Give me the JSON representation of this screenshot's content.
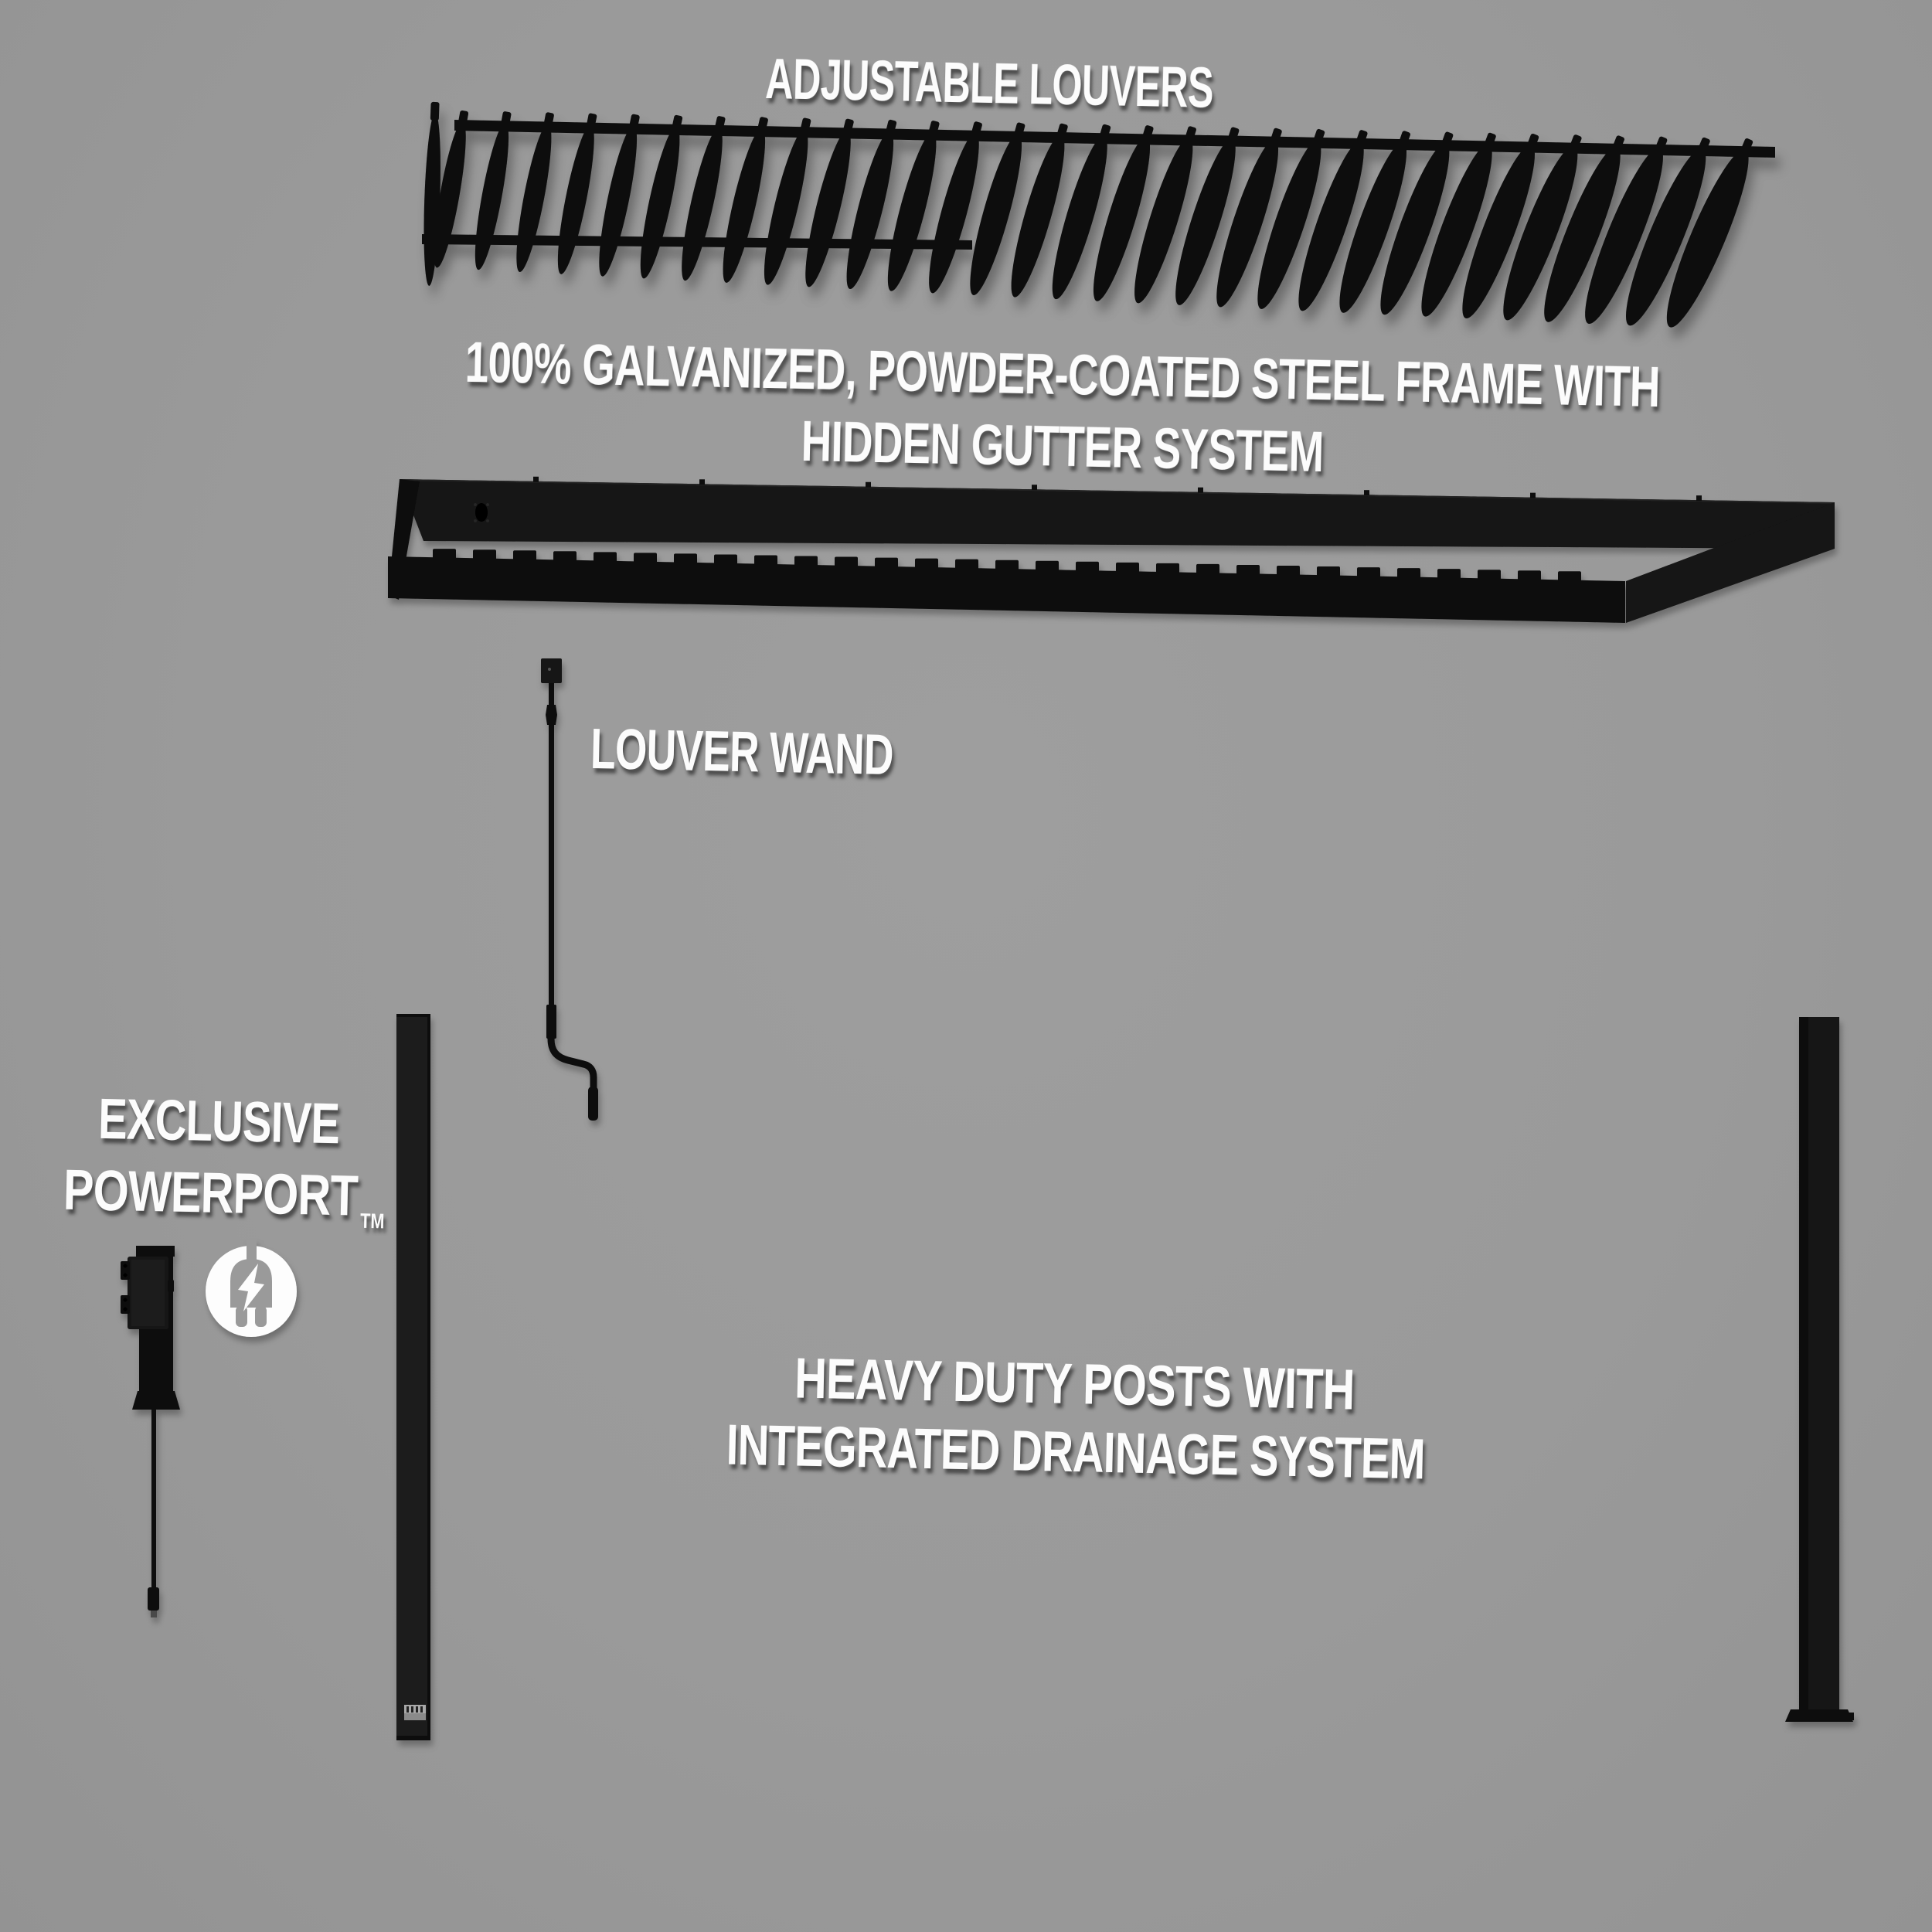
{
  "colors": {
    "background": "#9a9a9a",
    "part_black": "#0e0e0e",
    "label_white": "#fcfcfc",
    "icon_white": "#fdfdfd"
  },
  "parts": {
    "louvers": {
      "label": "ADJUSTABLE LOUVERS",
      "blade_count": 31
    },
    "frame": {
      "label_line1": "100% GALVANIZED, POWDER-COATED STEEL FRAME WITH",
      "label_line2": "HIDDEN GUTTER SYSTEM",
      "pocket_tab_count": 29,
      "back_tick_count": 8
    },
    "wand": {
      "label": "LOUVER WAND"
    },
    "powerport": {
      "label_line1": "EXCLUSIVE",
      "label_line2": "POWERPORT",
      "trademark": "TM",
      "icon": "plug-lightning-icon"
    },
    "posts": {
      "label_line1": "HEAVY DUTY POSTS WITH",
      "label_line2": "INTEGRATED DRAINAGE SYSTEM",
      "post_count": 2,
      "drain_slit_count": 4
    }
  }
}
